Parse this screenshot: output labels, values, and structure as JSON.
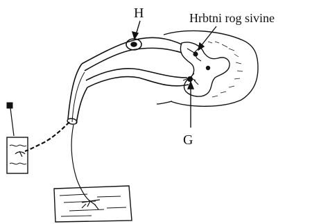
{
  "labels": {
    "h": "H",
    "dorsal_horn": "Hrbtni rog sivine",
    "g": "G"
  },
  "icons": {
    "pin": "pin-icon",
    "skin_receptor": "skin-receptor-icon",
    "muscle": "muscle-icon"
  },
  "colors": {
    "ink": "#111111",
    "paper": "#ffffff"
  }
}
